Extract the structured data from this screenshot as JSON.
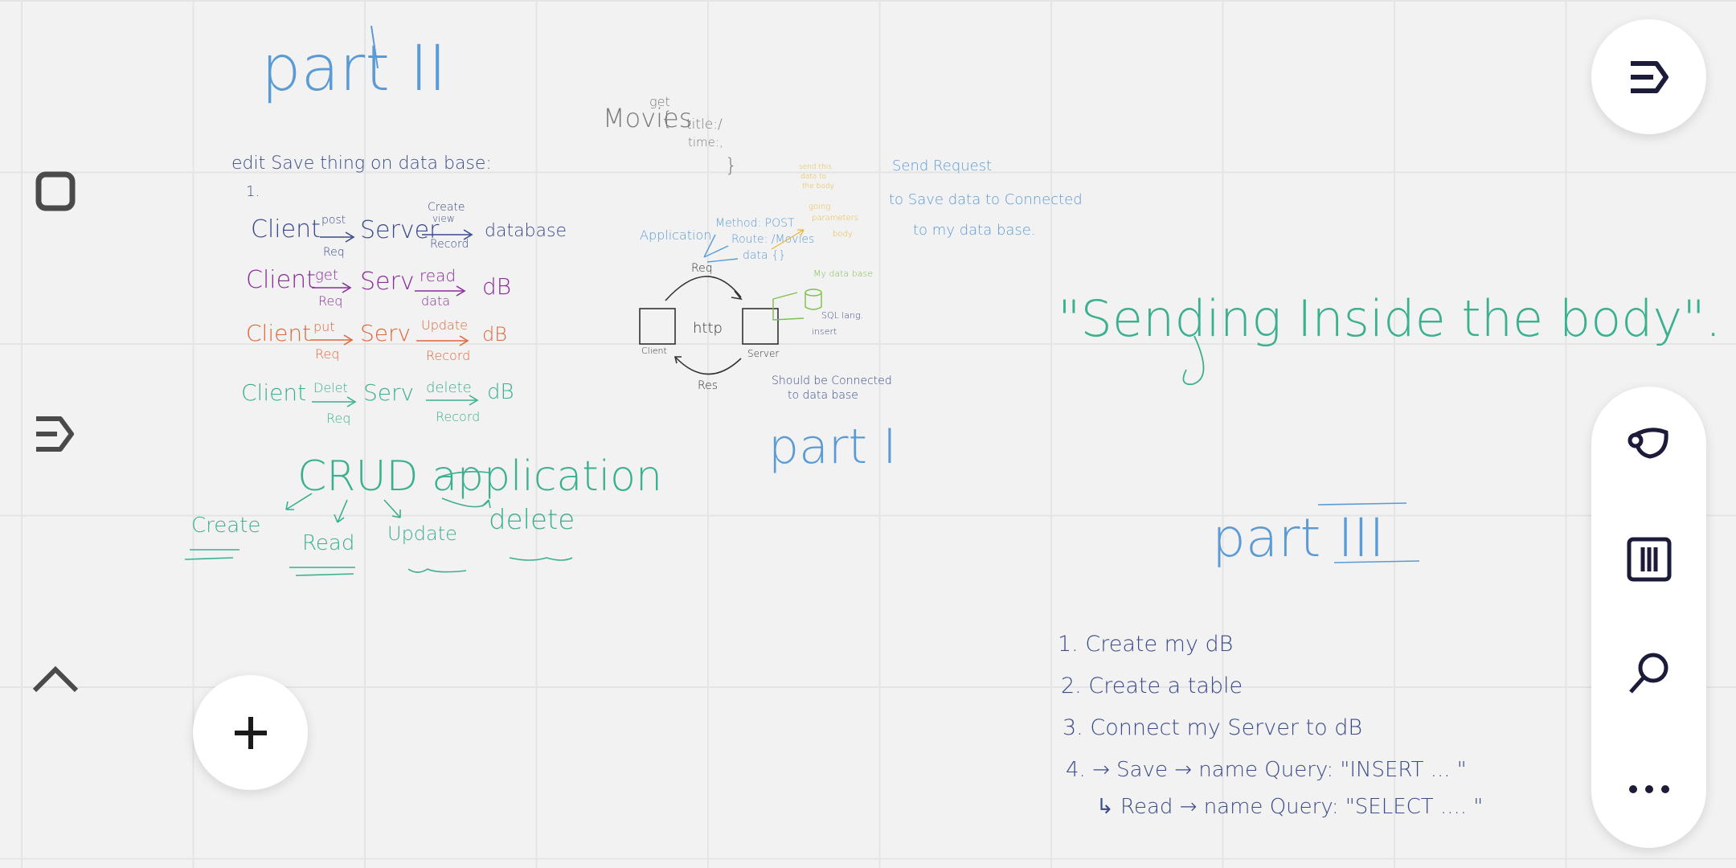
{
  "colors": {
    "blue": "#5b9bd5",
    "navy": "#3b4a8a",
    "gray": "#7a7a7a",
    "purple": "#8a2d9a",
    "orange": "#e0663a",
    "green": "#3bb08f",
    "yellow": "#e8b530",
    "lime": "#7cc04a",
    "icon": "#1c1c3a"
  },
  "notes": {
    "part2_title": "part II",
    "edit_heading": "edit Save thing on data base:",
    "item1": "1.",
    "row_client1": "Client",
    "row_post": "post",
    "row_req1": "Req",
    "row_server": "Server",
    "row_create": "Create",
    "row_view": "view",
    "row_record": "Record",
    "row_database": "database",
    "row_client2": "Client",
    "row_get": "get",
    "row_req2": "Req",
    "row_serv2": "Serv",
    "row_read": "read",
    "row_data": "data",
    "row_db2": "dB",
    "row_client3": "Client",
    "row_put": "put",
    "row_req3": "Req",
    "row_serv3": "Serv",
    "row_update": "Update",
    "row_record3": "Record",
    "row_db3": "dB",
    "row_client4": "Client",
    "row_delet": "Delet",
    "row_req4": "Req",
    "row_serv4": "Serv",
    "row_delete4": "delete",
    "row_record4": "Record",
    "row_db4": "dB",
    "crud_title": "CRUD application",
    "crud_create": "Create",
    "crud_read": "Read",
    "crud_update": "Update",
    "crud_delete": "delete",
    "movies": "Movies",
    "movies_get": "get",
    "movies_brace": "{",
    "movies_title": "title:/",
    "movies_time": "time:,",
    "movies_close": "}",
    "application": "Application",
    "method": "Method: POST",
    "route": "Route: /Movies",
    "data_label": "data {}",
    "req": "Req",
    "res": "Res",
    "http": "http",
    "client_box": "Client",
    "server_box": "Server",
    "should_connect": "Should be Connected",
    "to_database": "to data base",
    "my_database": "My data base",
    "sql_lang": "SQL lang.",
    "insert_small": "insert",
    "yellow1": "send this",
    "yellow2": "data to",
    "yellow3": "the body",
    "yellow4": "going",
    "yellow5": "parameters",
    "yellow6": "body",
    "send_request": "Send Request",
    "save_data": "to Save data to Connected",
    "to_my_db": "to my data base.",
    "part1_title": "part I",
    "sending_inside": "\"Sending Inside the body\".",
    "part3_title": "part III",
    "step1": "1. Create my dB",
    "step2": "2. Create a table",
    "step3": "3. Connect my Server to dB",
    "step4a": "4. → Save → name Query: \"INSERT ... \"",
    "step4b": "↳ Read → name Query: \"SELECT .... \""
  },
  "tools": {
    "left": [
      "rectangle-tool",
      "pen-tool",
      "collapse-tool"
    ],
    "add_label": "+",
    "right": [
      "lasso-tool",
      "grid-tool",
      "search-tool",
      "more-tool"
    ]
  }
}
